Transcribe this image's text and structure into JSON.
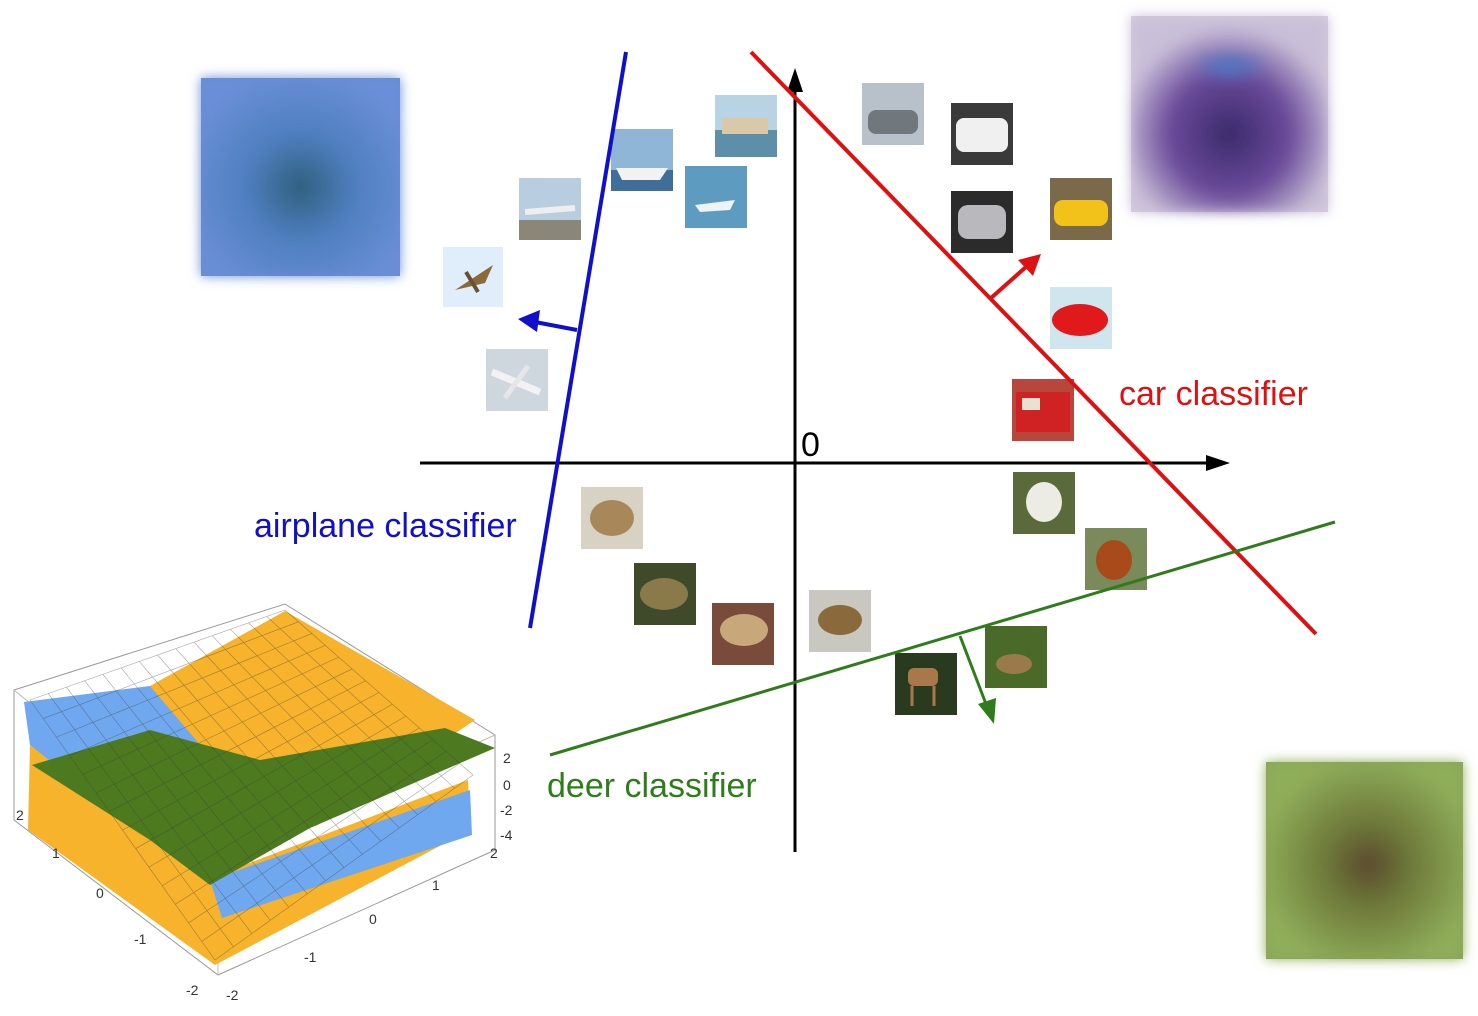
{
  "axes": {
    "origin_label": "0",
    "axis_color": "#000000"
  },
  "classifiers": [
    {
      "id": "airplane",
      "label": "airplane classifier",
      "color": "#1010cc"
    },
    {
      "id": "car",
      "label": "car classifier",
      "color": "#dd1111"
    },
    {
      "id": "deer",
      "label": "deer classifier",
      "color": "#2e7d1a"
    }
  ],
  "templates": [
    {
      "id": "airplane-template",
      "depicts": "blurry blue airplane class template"
    },
    {
      "id": "car-template",
      "depicts": "blurry purple car class template"
    },
    {
      "id": "deer-template",
      "depicts": "blurry green deer class template"
    }
  ],
  "thumbnails": {
    "airplane": [
      "jet",
      "airliner",
      "parked-plane",
      "ship",
      "ship",
      "boat"
    ],
    "car": [
      "car",
      "car",
      "car",
      "car",
      "car",
      "fire-truck"
    ],
    "other": [
      "cat",
      "frog",
      "frog",
      "bird",
      "rooster",
      "rooster",
      "deer",
      "deer"
    ]
  },
  "surface_plot": {
    "tick_labels": {
      "vertical": [
        "2",
        "0",
        "-2",
        "-4"
      ],
      "left_axis": [
        "2",
        "1",
        "0",
        "-1",
        "-2"
      ],
      "front_axis": [
        "-2",
        "-1",
        "0",
        "1",
        "2"
      ],
      "back_left": "2"
    },
    "colors": {
      "orange": "#f6b32b",
      "blue": "#6fa8ee",
      "green": "#4d7a1f"
    }
  }
}
